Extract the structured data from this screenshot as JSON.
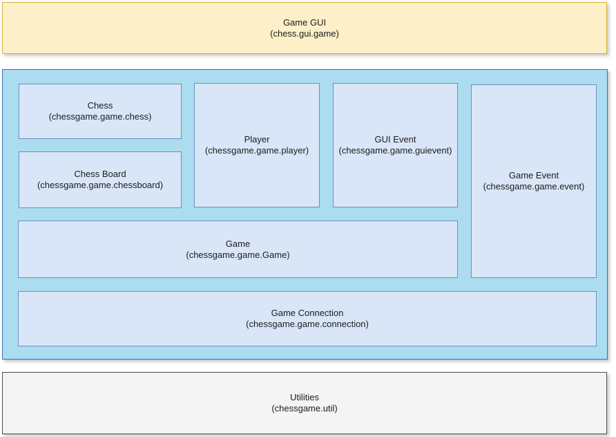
{
  "diagram": {
    "layers": {
      "gui": {
        "title": "Game GUI",
        "package": "(chess.gui.game)",
        "fill": "#fdefc8",
        "border": "#d8ae3e"
      },
      "game": {
        "fill": "#acdcf0",
        "border": "#2e75b6",
        "modules": [
          {
            "title": "Chess",
            "package": "(chessgame.game.chess)"
          },
          {
            "title": "Chess Board",
            "package": "(chessgame.game.chessboard)"
          },
          {
            "title": "Player",
            "package": "(chessgame.game.player)"
          },
          {
            "title": "GUI Event",
            "package": "(chessgame.game.guievent)"
          },
          {
            "title": "Game Event",
            "package": "(chessgame.game.event)"
          },
          {
            "title": "Game",
            "package": "(chessgame.game.Game)"
          },
          {
            "title": "Game Connection",
            "package": "(chessgame.game.connection)"
          }
        ],
        "module_fill": "#d9e6f8",
        "module_border": "#6b8fbf"
      },
      "util": {
        "title": "Utilities",
        "package": "(chessgame.util)",
        "fill": "#f4f4f4",
        "border": "#4a4a4a"
      }
    }
  }
}
